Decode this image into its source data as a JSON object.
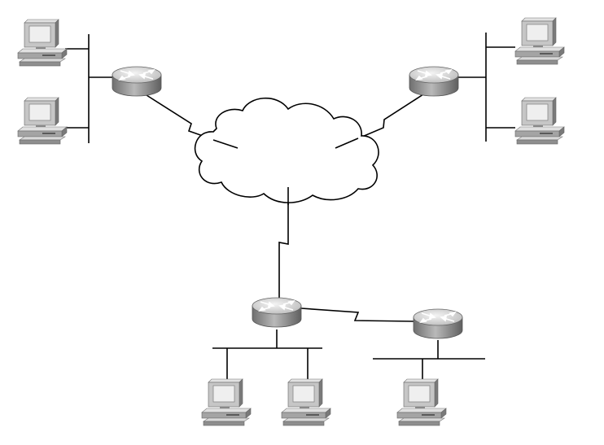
{
  "diagram": {
    "type": "network-topology",
    "background_color": "#ffffff",
    "line_color": "#000000",
    "device_colors": {
      "pc_light": "#d4d4d4",
      "pc_mid": "#a8a8a8",
      "pc_dark": "#6e6e6e",
      "screen": "#e9e9e9",
      "router_top": "#dcdcdc",
      "router_side": "#8a8a8a"
    },
    "nodes": {
      "cloud": {
        "kind": "wan-cloud",
        "icon": "cloud-icon"
      },
      "routers": [
        {
          "id": "router-top-left",
          "icon": "router-icon"
        },
        {
          "id": "router-top-right",
          "icon": "router-icon"
        },
        {
          "id": "router-bottom-center",
          "icon": "router-icon"
        },
        {
          "id": "router-bottom-right",
          "icon": "router-icon"
        }
      ],
      "pcs": [
        {
          "id": "pc-top-left-1",
          "icon": "desktop-computer-icon"
        },
        {
          "id": "pc-top-left-2",
          "icon": "desktop-computer-icon"
        },
        {
          "id": "pc-top-right-1",
          "icon": "desktop-computer-icon"
        },
        {
          "id": "pc-top-right-2",
          "icon": "desktop-computer-icon"
        },
        {
          "id": "pc-bottom-1",
          "icon": "desktop-computer-icon"
        },
        {
          "id": "pc-bottom-2",
          "icon": "desktop-computer-icon"
        },
        {
          "id": "pc-bottom-3",
          "icon": "desktop-computer-icon"
        }
      ]
    },
    "links": [
      {
        "from": "router-top-left",
        "to": "cloud",
        "kind": "serial-wan-link"
      },
      {
        "from": "router-top-right",
        "to": "cloud",
        "kind": "serial-wan-link"
      },
      {
        "from": "cloud",
        "to": "router-bottom-center",
        "kind": "serial-wan-link"
      },
      {
        "from": "router-bottom-center",
        "to": "router-bottom-right",
        "kind": "serial-wan-link"
      },
      {
        "from": "router-top-left",
        "to": "lan-segment-left",
        "kind": "ethernet"
      },
      {
        "from": "router-top-right",
        "to": "lan-segment-right",
        "kind": "ethernet"
      },
      {
        "from": "router-bottom-center",
        "to": "lan-segment-bottom-center",
        "kind": "ethernet"
      },
      {
        "from": "router-bottom-right",
        "to": "lan-segment-bottom-right",
        "kind": "ethernet"
      }
    ]
  }
}
